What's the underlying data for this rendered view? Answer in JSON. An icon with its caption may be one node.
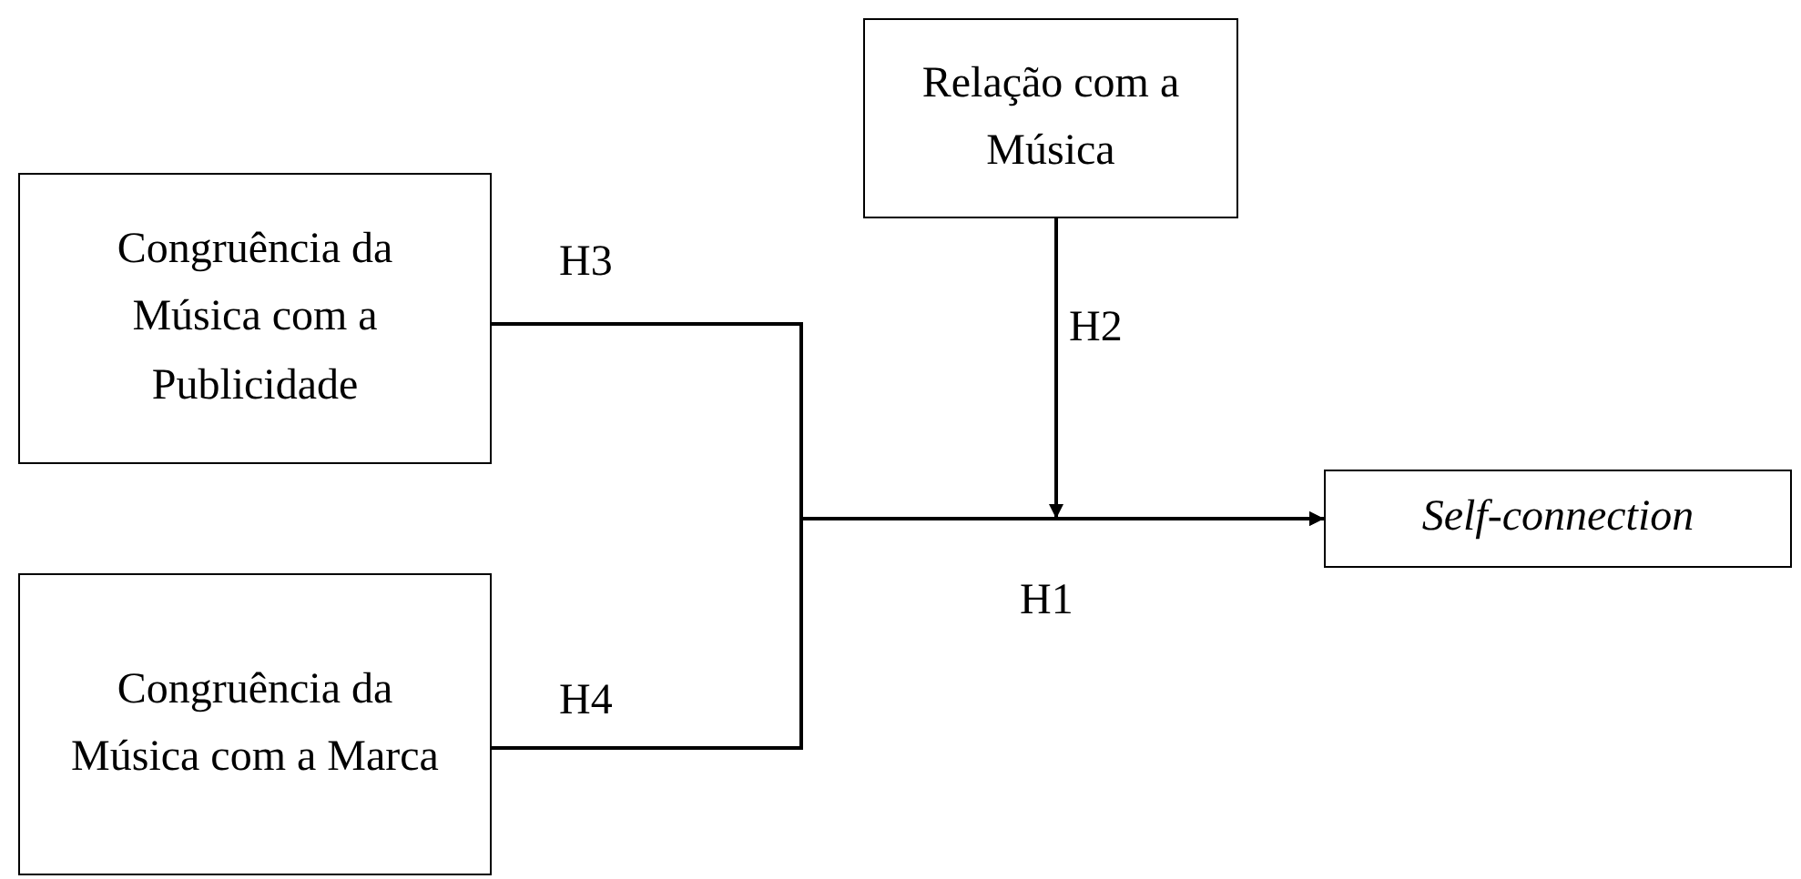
{
  "diagram": {
    "nodes": [
      {
        "text": [
          "Congruência da Música com a Publicidade"
        ]
      },
      {
        "text": [
          "Relação com a Música"
        ]
      },
      {
        "text": [
          "Self-connection"
        ]
      },
      {
        "text": [
          "Congruência da Música com a Marca"
        ]
      }
    ],
    "edges": [
      {
        "from": 0,
        "to": 2,
        "arrow": "to",
        "label": "H3"
      },
      {
        "from": 3,
        "to": 2,
        "arrow": "to",
        "label": "H4"
      },
      {
        "from": 1,
        "to": null,
        "arrow": "to",
        "label": "H2"
      }
    ],
    "labels": [
      "H1"
    ]
  }
}
